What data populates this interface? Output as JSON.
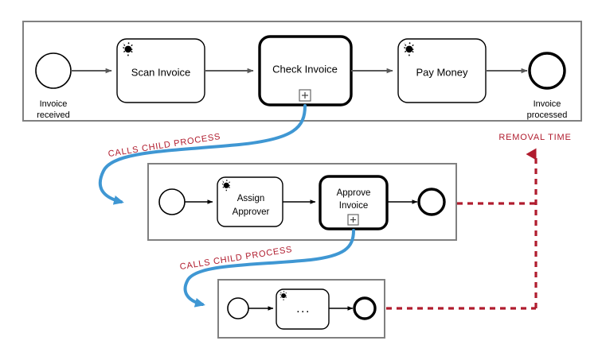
{
  "diagram": {
    "type": "bpmn-process-hierarchy",
    "colors": {
      "pool_border": "#808080",
      "shape_border": "#000000",
      "flow_arrow": "#595959",
      "annotation_blue": "#3f97d3",
      "annotation_red": "#b01c2e",
      "background": "#ffffff"
    }
  },
  "root_process": {
    "name": "root-process-pool",
    "start_event": {
      "icon": "start-event-icon",
      "label": "Invoice\nreceived",
      "label_line1": "Invoice",
      "label_line2": "received"
    },
    "tasks": [
      {
        "id": "scan-invoice",
        "label": "Scan Invoice",
        "label_line1": "Scan Invoice",
        "type": "service-task",
        "icon": "gear-icon",
        "marker": null
      },
      {
        "id": "check-invoice",
        "label": "Check Invoice",
        "label_line1": "Check Invoice",
        "type": "call-activity",
        "icon": null,
        "marker": "plus-marker"
      },
      {
        "id": "pay-money",
        "label": "Pay Money",
        "label_line1": "Pay Money",
        "type": "service-task",
        "icon": "gear-icon",
        "marker": null
      }
    ],
    "end_event": {
      "icon": "end-event-icon",
      "label": "Invoice\nprocessed",
      "label_line1": "Invoice",
      "label_line2": "processed"
    }
  },
  "child_process_1": {
    "name": "child-process-pool-1",
    "start_event": {
      "icon": "start-event-icon",
      "label": ""
    },
    "tasks": [
      {
        "id": "assign-approver",
        "label": "Assign Approver",
        "label_line1": "Assign",
        "label_line2": "Approver",
        "type": "service-task",
        "icon": "gear-icon",
        "marker": null
      },
      {
        "id": "approve-invoice",
        "label": "Approve Invoice",
        "label_line1": "Approve",
        "label_line2": "Invoice",
        "type": "call-activity",
        "icon": null,
        "marker": "plus-marker"
      }
    ],
    "end_event": {
      "icon": "end-event-icon",
      "label": ""
    }
  },
  "child_process_2": {
    "name": "child-process-pool-2",
    "start_event": {
      "icon": "start-event-icon",
      "label": ""
    },
    "tasks": [
      {
        "id": "ellipsis-task",
        "label": "...",
        "label_line1": "...",
        "type": "service-task",
        "icon": "gear-icon",
        "marker": null
      }
    ],
    "end_event": {
      "icon": "end-event-icon",
      "label": ""
    }
  },
  "annotations": [
    {
      "id": "calls-child-process-1",
      "text": "CALLS CHILD PROCESS",
      "color": "#b01c2e",
      "connector": "blue-curved-arrow",
      "from": "check-invoice",
      "to": "child-process-pool-1"
    },
    {
      "id": "calls-child-process-2",
      "text": "CALLS CHILD PROCESS",
      "color": "#b01c2e",
      "connector": "blue-curved-arrow",
      "from": "approve-invoice",
      "to": "child-process-pool-2"
    },
    {
      "id": "removal-time",
      "text": "REMOVAL TIME",
      "color": "#b01c2e",
      "connector": "red-dashed-arrow",
      "from": "child-process-end-events",
      "to": "root-process-end"
    }
  ]
}
